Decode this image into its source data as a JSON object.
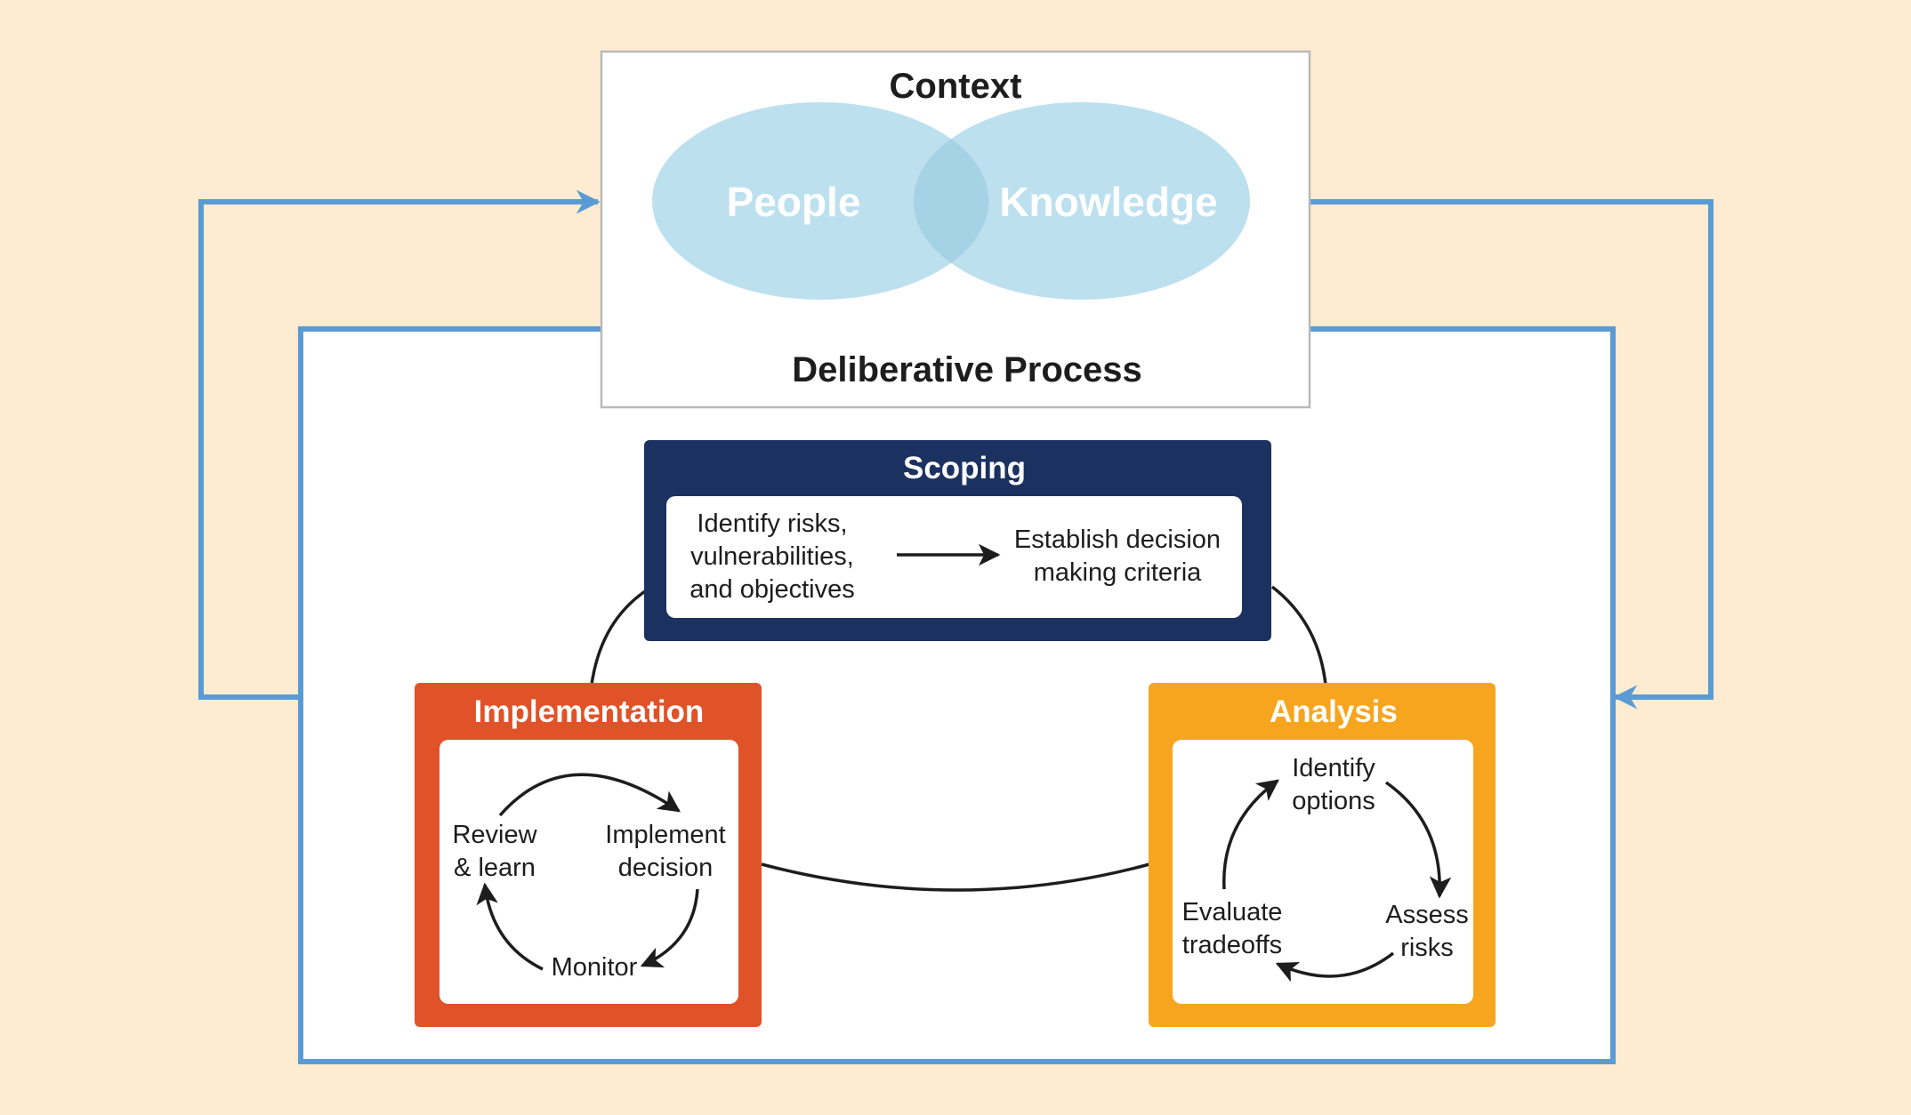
{
  "context": {
    "title": "Context",
    "circle_left": "People",
    "circle_right": "Knowledge"
  },
  "process": {
    "title": "Deliberative Process"
  },
  "scoping": {
    "title": "Scoping",
    "left_lines": [
      "Identify risks,",
      "vulnerabilities,",
      "and objectives"
    ],
    "right_lines": [
      "Establish decision",
      "making criteria"
    ]
  },
  "implementation": {
    "title": "Implementation",
    "review_lines": [
      "Review",
      "& learn"
    ],
    "implement_lines": [
      "Implement",
      "decision"
    ],
    "monitor": "Monitor"
  },
  "analysis": {
    "title": "Analysis",
    "identify_lines": [
      "Identify",
      "options"
    ],
    "assess_lines": [
      "Assess",
      "risks"
    ],
    "evaluate_lines": [
      "Evaluate",
      "tradeoffs"
    ]
  },
  "colors": {
    "background": "#fdecd1",
    "frame_blue": "#5b9bd5",
    "circle_fill": "#bde0ef",
    "circle_overlap": "#a6d2e6",
    "scoping": "#1b3160",
    "implementation": "#e05227",
    "analysis": "#f7a51f"
  }
}
